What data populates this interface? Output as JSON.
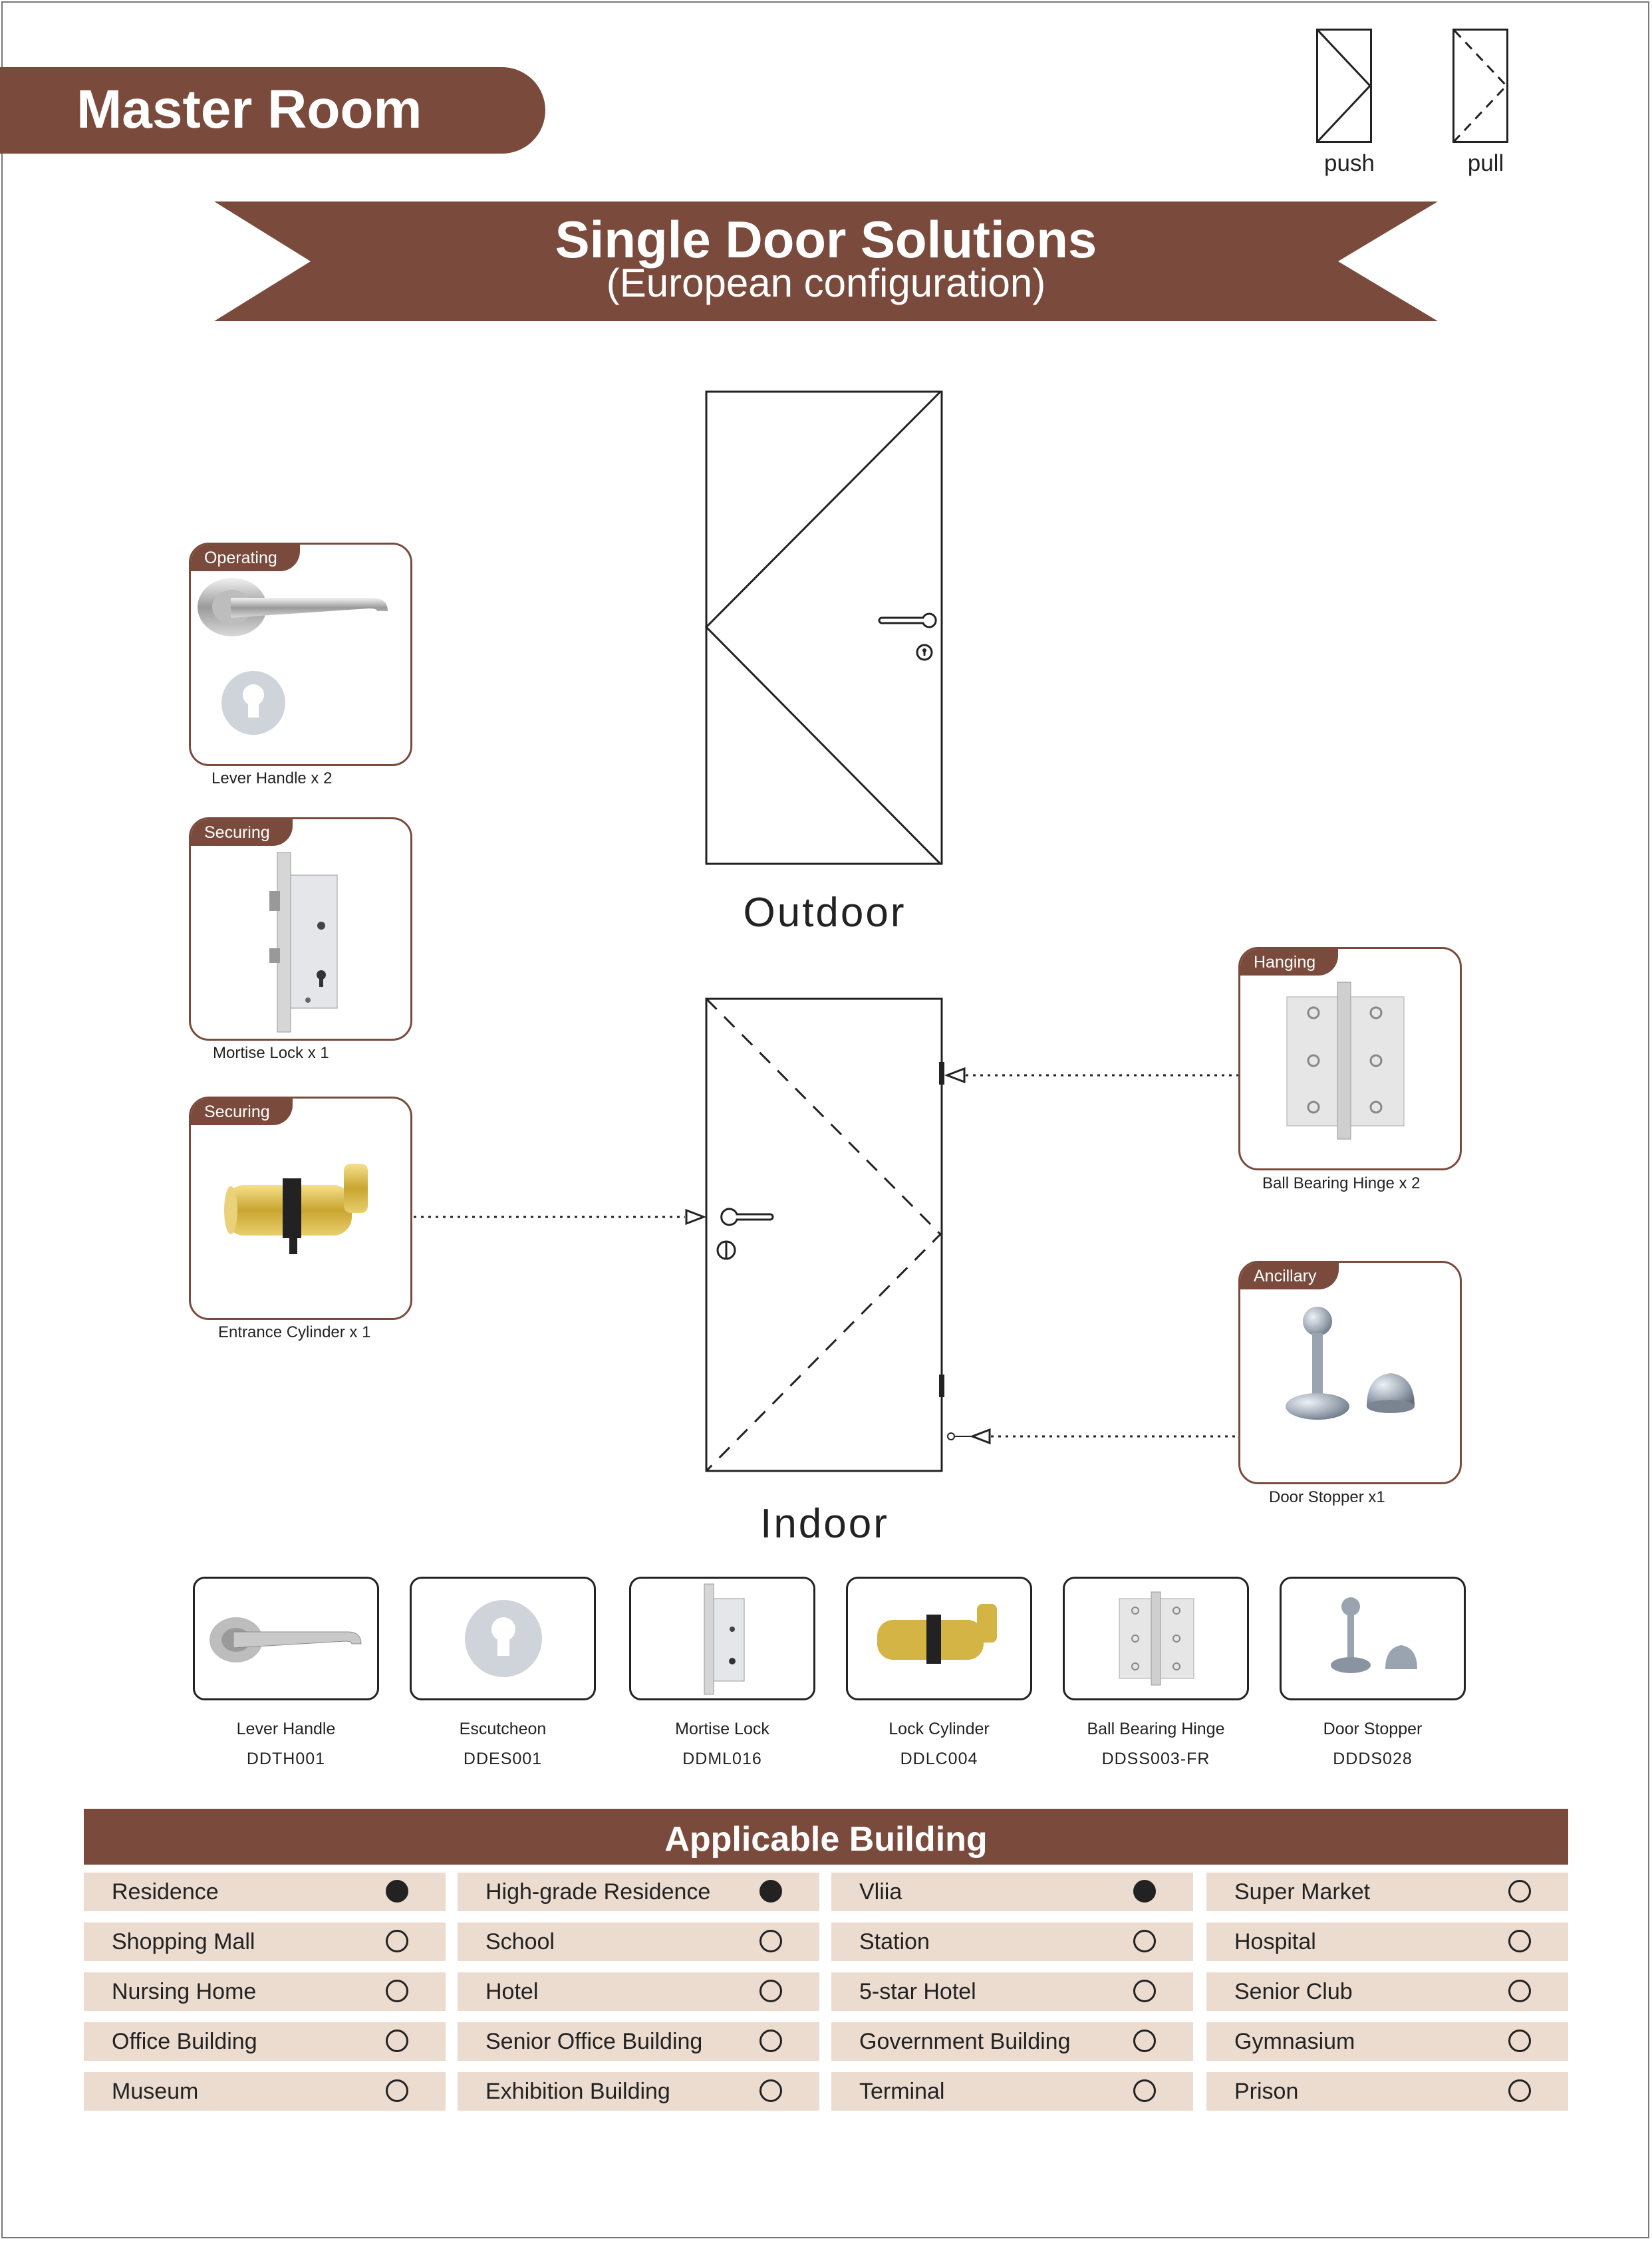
{
  "header": {
    "title": "Master Room"
  },
  "legend": {
    "push": "push",
    "pull": "pull"
  },
  "banner": {
    "title": "Single Door Solutions",
    "subtitle": "(European configuration)"
  },
  "doors": {
    "outdoor": "Outdoor",
    "indoor": "Indoor"
  },
  "cards": [
    {
      "tag": "Operating",
      "caption": "Lever Handle x 2",
      "icon": "lever-handle-icon"
    },
    {
      "tag": "Securing",
      "caption": "Mortise Lock x 1",
      "icon": "mortise-lock-icon"
    },
    {
      "tag": "Securing",
      "caption": "Entrance Cylinder x 1",
      "icon": "cylinder-icon"
    },
    {
      "tag": "Hanging",
      "caption": "Ball Bearing Hinge x 2",
      "icon": "hinge-icon"
    },
    {
      "tag": "Ancillary",
      "caption": "Door Stopper x1",
      "icon": "door-stopper-icon"
    }
  ],
  "products": [
    {
      "name": "Lever Handle",
      "code": "DDTH001"
    },
    {
      "name": "Escutcheon",
      "code": "DDES001"
    },
    {
      "name": "Mortise Lock",
      "code": "DDML016"
    },
    {
      "name": "Lock Cylinder",
      "code": "DDLC004"
    },
    {
      "name": "Ball Bearing Hinge",
      "code": "DDSS003-FR"
    },
    {
      "name": "Door Stopper",
      "code": "DDDS028"
    }
  ],
  "applicable": {
    "title": "Applicable Building",
    "rows": [
      [
        {
          "label": "Residence",
          "selected": true
        },
        {
          "label": "High-grade Residence",
          "selected": true
        },
        {
          "label": "Vliia",
          "selected": true
        },
        {
          "label": "Super Market",
          "selected": false
        }
      ],
      [
        {
          "label": "Shopping Mall",
          "selected": false
        },
        {
          "label": "School",
          "selected": false
        },
        {
          "label": "Station",
          "selected": false
        },
        {
          "label": "Hospital",
          "selected": false
        }
      ],
      [
        {
          "label": "Nursing Home",
          "selected": false
        },
        {
          "label": "Hotel",
          "selected": false
        },
        {
          "label": "5-star Hotel",
          "selected": false
        },
        {
          "label": "Senior Club",
          "selected": false
        }
      ],
      [
        {
          "label": "Office Building",
          "selected": false
        },
        {
          "label": "Senior Office Building",
          "selected": false
        },
        {
          "label": "Government Building",
          "selected": false
        },
        {
          "label": "Gymnasium",
          "selected": false
        }
      ],
      [
        {
          "label": "Museum",
          "selected": false
        },
        {
          "label": "Exhibition Building",
          "selected": false
        },
        {
          "label": "Terminal",
          "selected": false
        },
        {
          "label": "Prison",
          "selected": false
        }
      ]
    ]
  },
  "colors": {
    "brand": "#7a4b3c",
    "row_bg": "#ecdcd0"
  }
}
